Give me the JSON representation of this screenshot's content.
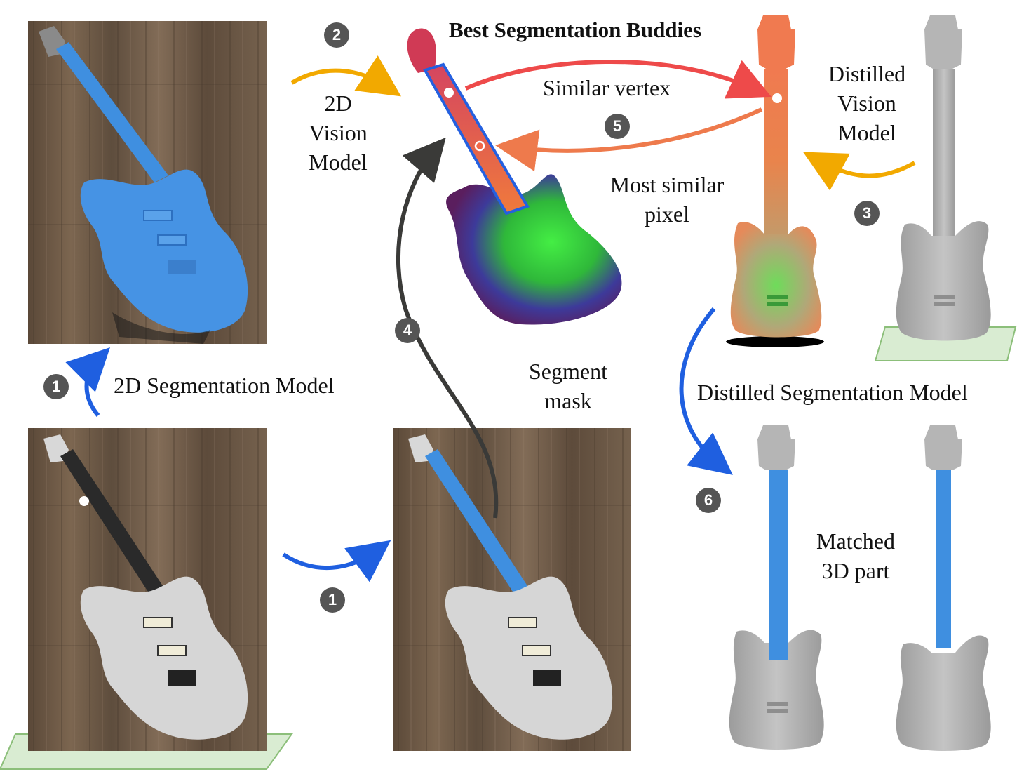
{
  "title": "Best Segmentation Buddies",
  "labels": {
    "seg_model_2d": "2D Segmentation Model",
    "vision_model_2d": [
      "2D",
      "Vision",
      "Model"
    ],
    "similar_vertex": "Similar vertex",
    "most_similar_pixel": [
      "Most similar",
      "pixel"
    ],
    "distilled_vision_model": [
      "Distilled",
      "Vision",
      "Model"
    ],
    "distilled_seg_model": "Distilled Segmentation Model",
    "segment_mask": [
      "Segment",
      "mask"
    ],
    "matched_3d_part": [
      "Matched",
      "3D part"
    ]
  },
  "steps": [
    "1",
    "1",
    "2",
    "3",
    "4",
    "5",
    "6"
  ],
  "colors": {
    "arrow_blue": "#1f5fe0",
    "arrow_orange": "#f2a900",
    "arrow_red": "#ee4a4a",
    "arrow_coral": "#ee7a4c",
    "arrow_dark": "#3a3a38",
    "segment_blue": "#3f8fe0",
    "mesh_gray": "#a9a9a9",
    "floor_green": "#d9ecd2",
    "wood": "#6e5a48",
    "badge": "#555555"
  }
}
